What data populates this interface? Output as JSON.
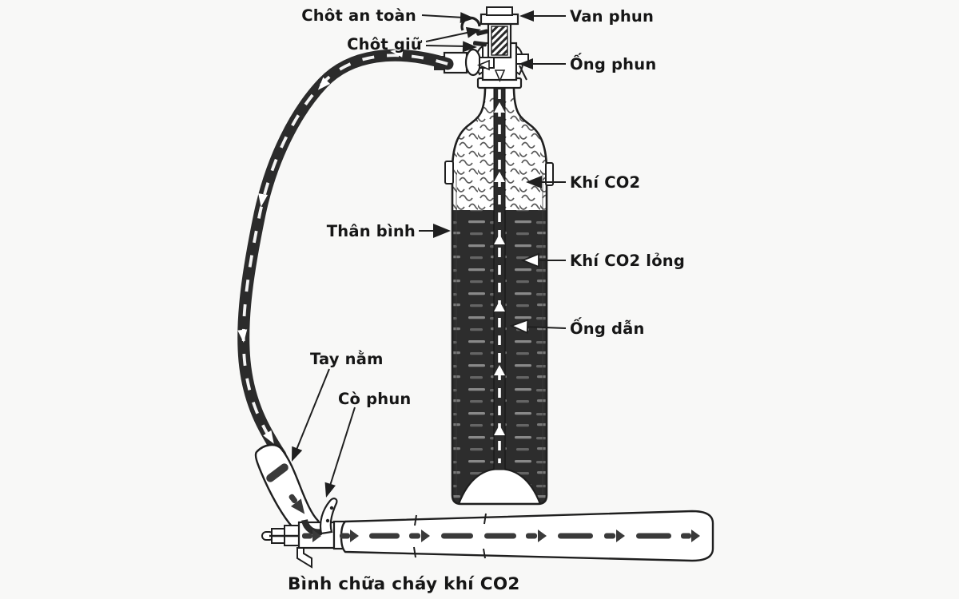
{
  "diagram": {
    "caption": "Bình chữa cháy khí CO2",
    "labels": {
      "safety_pin": "Chôt an toàn",
      "discharge_valve": "Van phun",
      "retaining_pin": "Chôt giữ",
      "spray_tube": "Ống phun",
      "co2_gas": "Khí CO2",
      "tank_body": "Thân bình",
      "liquid_co2": "Khí CO2 lỏng",
      "dip_tube": "Ống dẫn",
      "handle": "Tay nằm",
      "trigger": "Cò phun"
    },
    "colors": {
      "ink": "#1f1f1f",
      "liquid_fill": "#2d2d2d",
      "hose": "#2b2b2b",
      "background": "#f8f8f7"
    }
  }
}
